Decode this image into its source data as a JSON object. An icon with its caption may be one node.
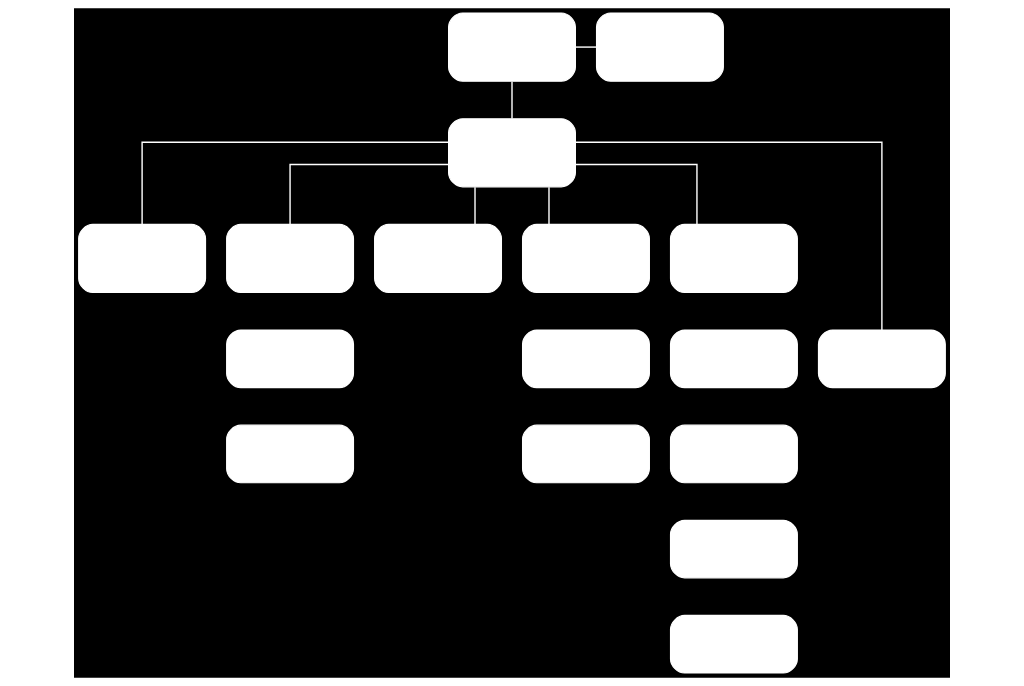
{
  "diagram": {
    "nodes": [
      {
        "text": [],
        "shape": "box"
      },
      {
        "text": [],
        "shape": "box"
      },
      {
        "text": [],
        "shape": "box"
      },
      {
        "text": [],
        "shape": "box"
      },
      {
        "text": [],
        "shape": "box"
      },
      {
        "text": [],
        "shape": "box"
      },
      {
        "text": [],
        "shape": "box"
      },
      {
        "text": [],
        "shape": "box"
      },
      {
        "text": [],
        "shape": "box"
      },
      {
        "text": [],
        "shape": "box"
      },
      {
        "text": [],
        "shape": "box"
      },
      {
        "text": [],
        "shape": "box"
      },
      {
        "text": [],
        "shape": "box"
      },
      {
        "text": [],
        "shape": "box"
      },
      {
        "text": [],
        "shape": "box"
      },
      {
        "text": [],
        "shape": "box"
      },
      {
        "text": [],
        "shape": "box"
      }
    ],
    "edges": [
      {
        "from": 0,
        "to": 1,
        "arrow": "none"
      },
      {
        "from": 0,
        "to": 2,
        "arrow": "none"
      },
      {
        "from": 2,
        "to": 3,
        "arrow": "none"
      },
      {
        "from": 2,
        "to": 4,
        "arrow": "none"
      },
      {
        "from": 2,
        "to": 5,
        "arrow": "none"
      },
      {
        "from": 2,
        "to": 6,
        "arrow": "none"
      },
      {
        "from": 2,
        "to": 7,
        "arrow": "none"
      },
      {
        "from": 2,
        "to": 11,
        "arrow": "none"
      }
    ]
  }
}
